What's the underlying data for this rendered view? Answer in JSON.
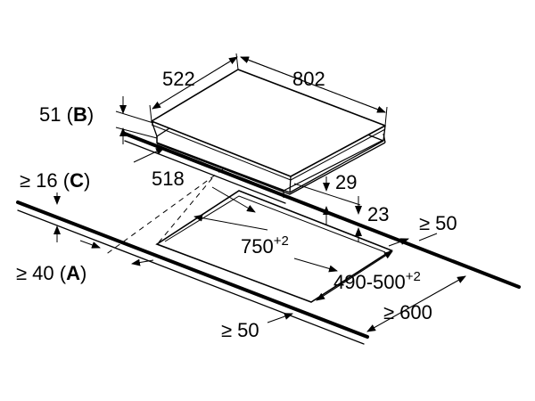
{
  "dimensions": {
    "hob_depth": "522",
    "hob_width": "802",
    "hob_height": "51",
    "hob_height_ref": "B",
    "worktop_min_thickness": "≥ 16",
    "worktop_thickness_ref": "C",
    "front_min_distance": "≥ 40",
    "front_distance_ref": "A",
    "frame_depth": "518",
    "cutout_width": "750",
    "cutout_width_tolerance": "+2",
    "cutout_depth": "490-500",
    "cutout_depth_tolerance": "+2",
    "depth_29": "29",
    "depth_23": "23",
    "side_min_right": "≥ 50",
    "side_min_front": "≥ 50",
    "worktop_min_depth": "≥ 600"
  }
}
